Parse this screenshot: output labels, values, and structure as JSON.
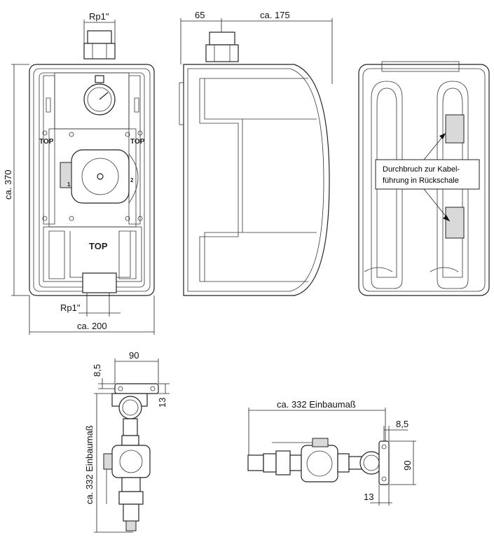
{
  "front_view": {
    "label_rp1_top": "Rp1\"",
    "label_rp1_bottom": "Rp1\"",
    "label_height": "ca. 370",
    "label_width": "ca. 200",
    "top_left": "TOP",
    "top_right": "TOP",
    "top_center": "TOP",
    "pump_left_number": "1",
    "pump_right_number": "2"
  },
  "side_view": {
    "label_offset": "65",
    "label_depth": "ca. 175"
  },
  "rear_view": {
    "note_line1": "Durchbruch zur Kabel-",
    "note_line2": "führung in Rückschale"
  },
  "vertical_mount": {
    "label_width": "90",
    "label_offset": "8,5",
    "label_13": "13",
    "label_length": "ca. 332 Einbaumaß"
  },
  "horizontal_mount": {
    "label_length": "ca. 332 Einbaumaß",
    "label_offset": "8,5",
    "label_90": "90",
    "label_13": "13"
  }
}
